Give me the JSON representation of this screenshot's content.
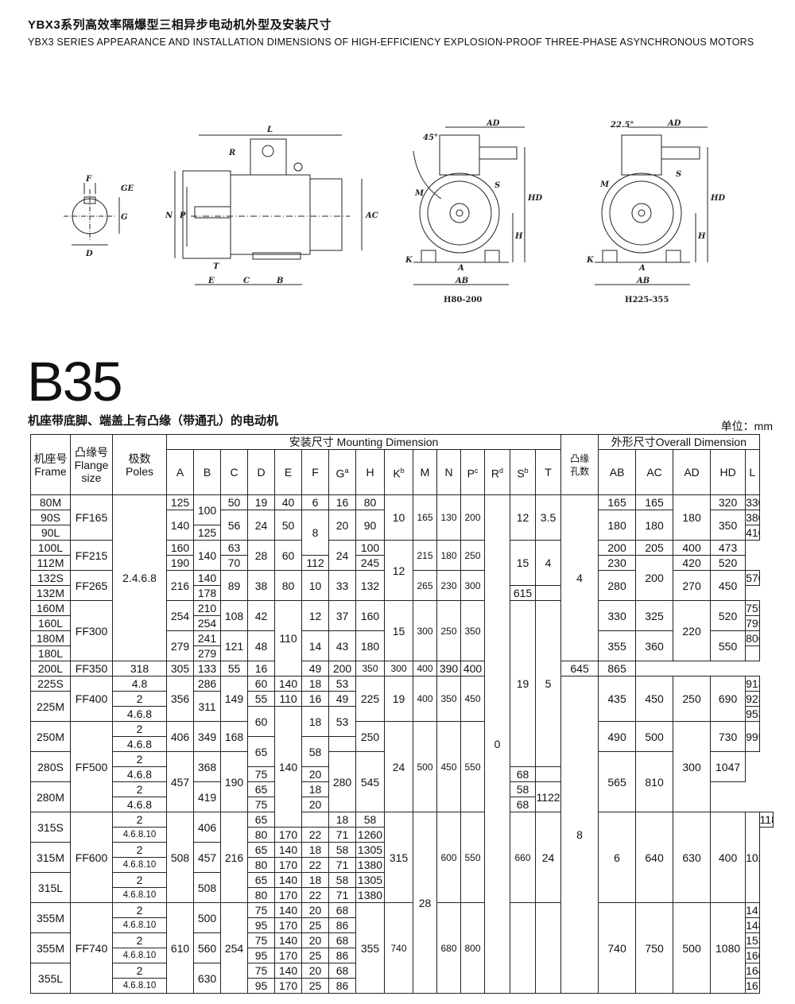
{
  "header": {
    "title_cn": "YBX3系列高效率隔爆型三相异步电动机外型及安装尺寸",
    "title_en": "YBX3  SERIES APPEARANCE AND INSTALLATION DIMENSIONS OF HIGH-EFFICIENCY EXPLOSION-PROOF THREE-PHASE ASYNCHRONOUS MOTORS"
  },
  "drawings": {
    "shaft_labels": [
      "F",
      "GE",
      "G",
      "D"
    ],
    "side_labels": [
      "L",
      "R",
      "N",
      "P",
      "AC",
      "T",
      "E",
      "C",
      "B"
    ],
    "front1_labels": [
      "45°",
      "AD",
      "S",
      "M",
      "HD",
      "H",
      "K",
      "A",
      "AB"
    ],
    "front1_caption": "H80-200",
    "front2_labels": [
      "22.5°",
      "AD",
      "S",
      "M",
      "HD",
      "H",
      "K",
      "A",
      "AB"
    ],
    "front2_caption": "H225-355"
  },
  "section": {
    "code": "B35",
    "subtitle": "机座带底脚、端盖上有凸缘（带通孔）的电动机",
    "unit": "单位：mm"
  },
  "table": {
    "group_mounting": "安装尺寸 Mounting Dimension",
    "group_overall": "外形尺寸Overall Dimension",
    "col_frame_cn": "机座号",
    "col_frame_en": "Frame",
    "col_flange_cn": "凸缘号",
    "col_flange_en": "Flange size",
    "col_poles_cn": "极数",
    "col_poles_en": "Poles",
    "cols": [
      "A",
      "B",
      "C",
      "D",
      "E",
      "F",
      "G",
      "H",
      "K",
      "M",
      "N",
      "P",
      "R",
      "S",
      "T"
    ],
    "col_holes": "凸缘孔数",
    "cols_overall": [
      "AB",
      "AC",
      "AD",
      "HD",
      "L"
    ],
    "sup": {
      "G": "a",
      "K": "b",
      "P": "c",
      "R": "d",
      "S": "b"
    },
    "cells": {
      "f80M": "80M",
      "f90S": "90S",
      "f90L": "90L",
      "f100L": "100L",
      "f112M": "112M",
      "f132S": "132S",
      "f132M": "132M",
      "f160M": "160M",
      "f160L": "160L",
      "f180M": "180M",
      "f180L": "180L",
      "f200L": "200L",
      "f225S": "225S",
      "f225M": "225M",
      "f250M": "250M",
      "f280S": "280S",
      "f280M": "280M",
      "f315S": "315S",
      "f315M": "315M",
      "f315L": "315L",
      "f355M1": "355M",
      "f355M2": "355M",
      "f355L": "355L",
      "ff165": "FF165",
      "ff215": "FF215",
      "ff265": "FF265",
      "ff300": "FF300",
      "ff350": "FF350",
      "ff400": "FF400",
      "ff500": "FF500",
      "ff600": "FF600",
      "ff740": "FF740",
      "p2468": "2.4.6.8",
      "p48": "4.8",
      "p2": "2",
      "p468": "4.6.8",
      "p46810": "4.6.8.10",
      "zero": "0",
      "h4": "4",
      "h8": "8"
    }
  }
}
